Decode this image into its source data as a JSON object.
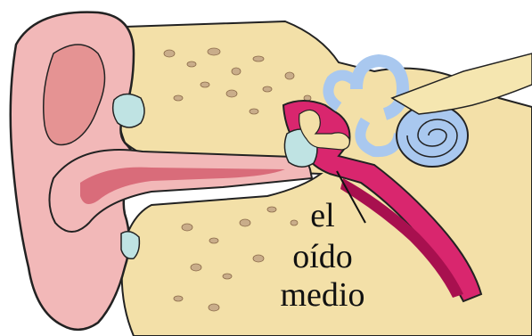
{
  "labels": {
    "line1": "el",
    "line2": "oído",
    "line3": "medio"
  },
  "colors": {
    "skin": "#f2b8b8",
    "skin_shadow": "#e59393",
    "canal": "#d96c7a",
    "bone": "#f3e0a8",
    "bone_porous": "#c9ad8a",
    "cartilage": "#bfe3e3",
    "middle_ear": "#d9266e",
    "middle_ear_dark": "#a8104f",
    "inner_ear": "#a9c8ef",
    "nerve": "#f5e6b0",
    "outline": "#222222"
  }
}
